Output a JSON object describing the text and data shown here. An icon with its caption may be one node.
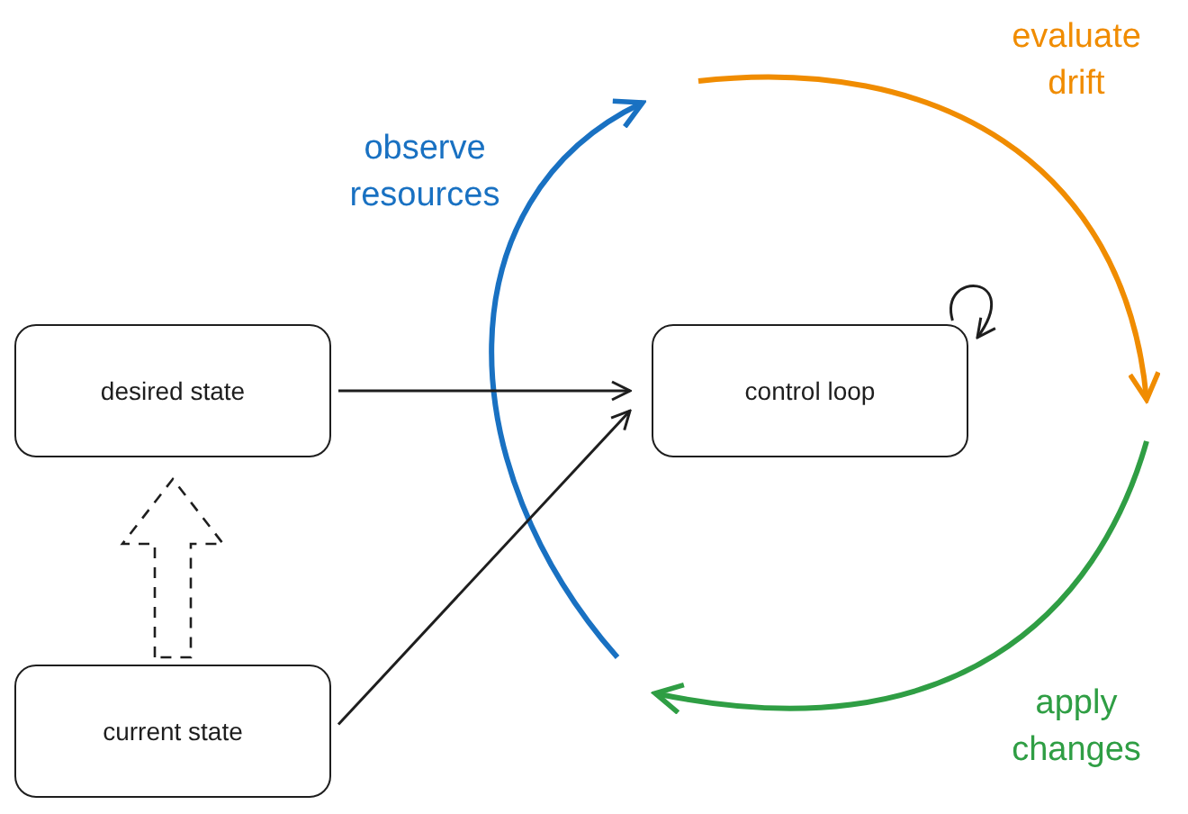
{
  "diagram": {
    "nodes": [
      {
        "text": [
          "desired state"
        ]
      },
      {
        "text": [
          "control loop"
        ]
      },
      {
        "text": [
          "current state"
        ]
      }
    ],
    "edges": [
      {
        "from": 0,
        "to": 1,
        "arrow": "to"
      },
      {
        "from": 2,
        "to": 1,
        "arrow": "to"
      },
      {
        "from": 2,
        "to": 0,
        "arrow": "to",
        "style": "dashed"
      },
      {
        "from": 1,
        "to": 1,
        "arrow": "to"
      }
    ],
    "labels": [
      "observe resources",
      "evaluate drift",
      "apply changes"
    ]
  }
}
